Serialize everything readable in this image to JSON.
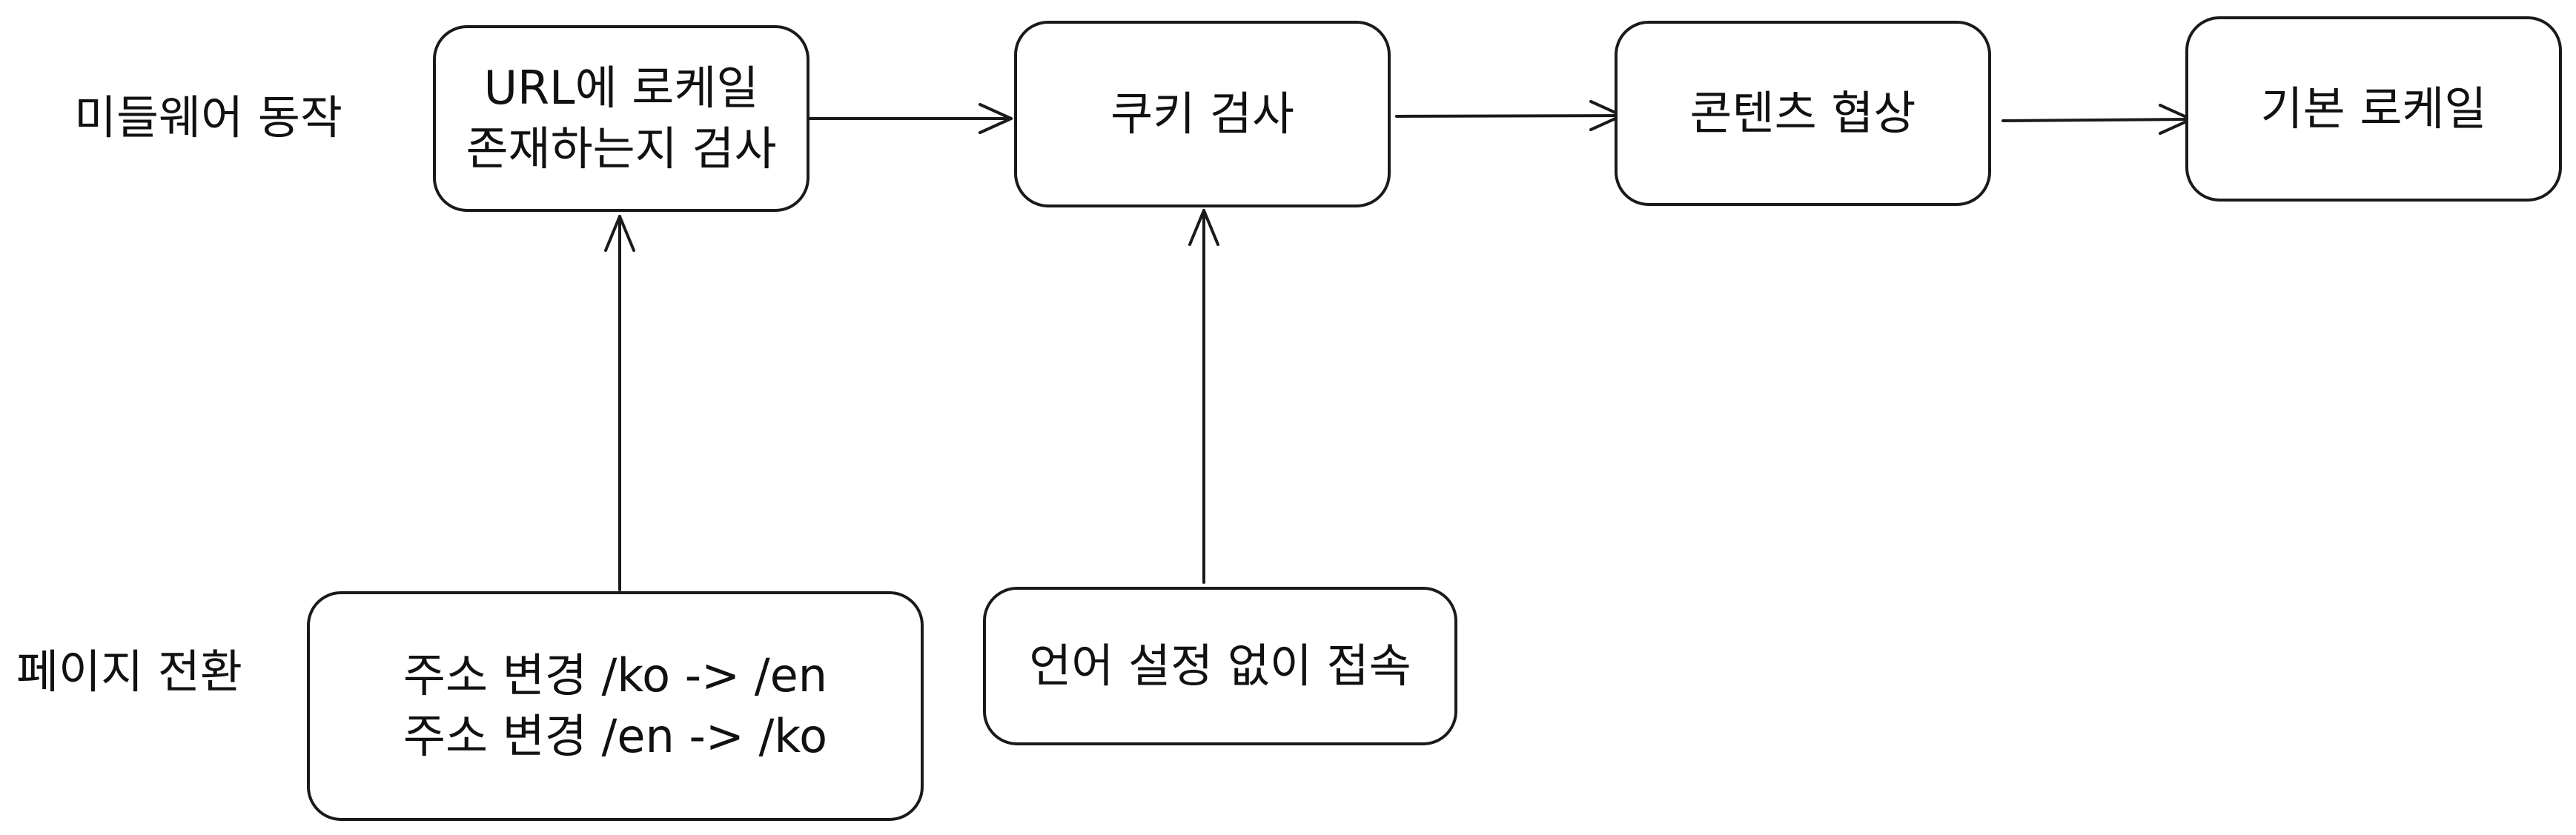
{
  "rows": {
    "middleware": "미들웨어 동작",
    "page_transition": "페이지 전환"
  },
  "nodes": {
    "url_check": [
      "URL에 로케일",
      "존재하는지 검사"
    ],
    "cookie": "쿠키 검사",
    "negotiation": "콘텐츠 협상",
    "default": "기본 로케일",
    "switch": [
      "주소 변경 /ko -> /en",
      "주소 변경 /en -> /ko"
    ],
    "no_setting": "언어 설정 없이 접속"
  },
  "colors": {
    "stroke": "#1a1a1a",
    "background": "#ffffff",
    "text": "#111111"
  }
}
